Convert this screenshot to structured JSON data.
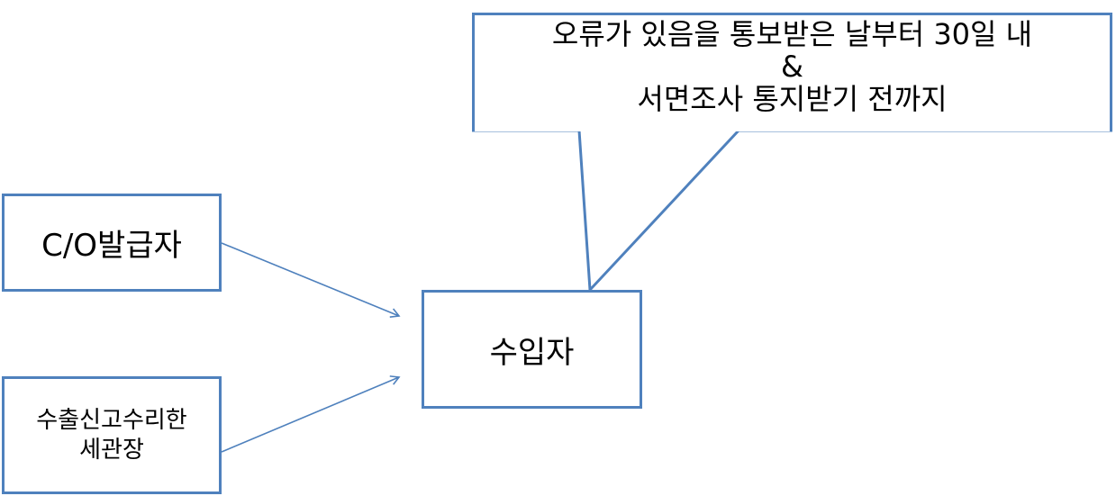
{
  "boxes": {
    "issuer": "C/O발급자",
    "customs_line1": "수출신고수리한",
    "customs_line2": "세관장",
    "importer": "수입자"
  },
  "callout": {
    "line1": "오류가 있음을 통보받은 날부터 30일 내",
    "line2": "&",
    "line3": "서면조사 통지받기 전까지"
  },
  "colors": {
    "border": "#4f81bd",
    "arrow": "#4f81bd",
    "text": "#000000"
  }
}
